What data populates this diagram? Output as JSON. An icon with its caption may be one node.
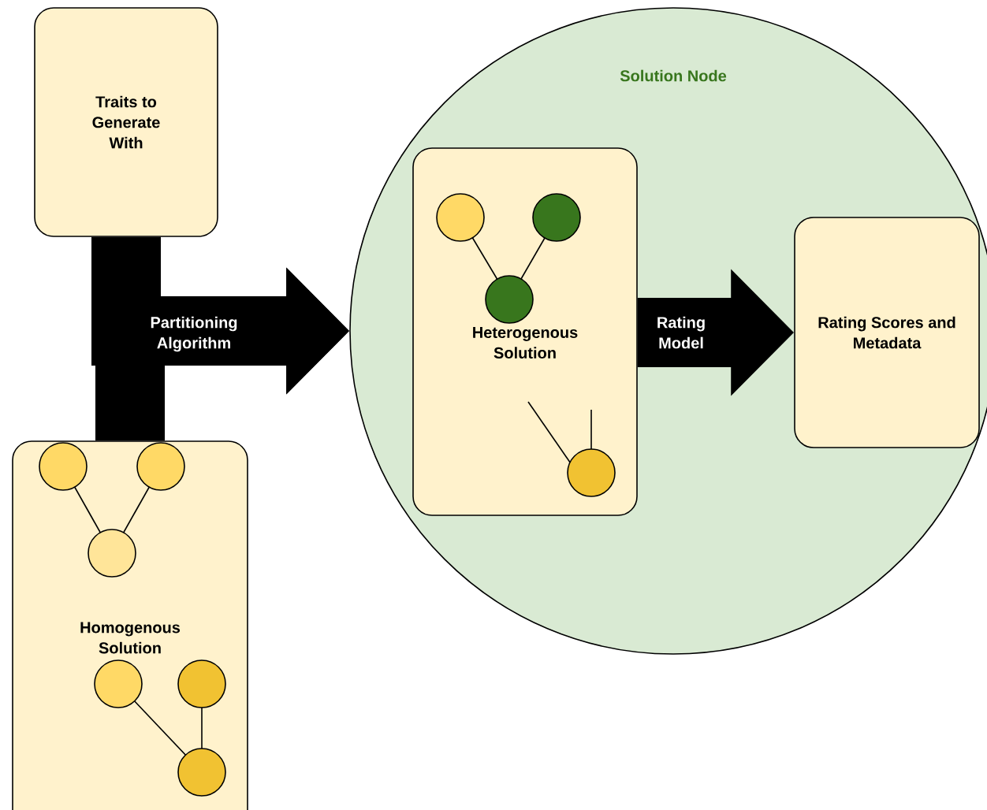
{
  "diagram": {
    "nodes": [
      {
        "text": [
          "Traits to Generate With"
        ]
      },
      {
        "text": [
          "Homogenous Solution"
        ]
      },
      {
        "text": [
          "Solution Node"
        ]
      },
      {
        "text": [
          "Heterogenous Solution"
        ],
        "in": 2
      },
      {
        "text": [
          "Rating Scores and Metadata"
        ],
        "in": 2
      }
    ],
    "edges": [
      {
        "from": 0,
        "to": 2,
        "arrow": "to",
        "label": "Partitioning Algorithm"
      },
      {
        "from": 1,
        "to": 2,
        "arrow": "to"
      },
      {
        "from": 3,
        "to": 4,
        "arrow": "to",
        "label": "Rating Model"
      }
    ]
  }
}
